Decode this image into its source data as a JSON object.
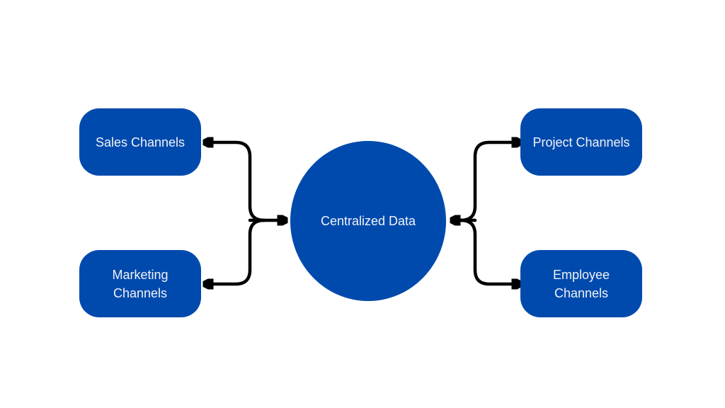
{
  "diagram": {
    "colors": {
      "background": "#ffffff",
      "node_fill": "#004aad",
      "node_text": "#f1f3f6",
      "arrow": "#000000"
    },
    "center_node": {
      "id": "centralized-data",
      "label": "Centralized Data"
    },
    "nodes": [
      {
        "id": "sales-channels",
        "label": "Sales Channels",
        "lines": [
          "Sales Channels"
        ]
      },
      {
        "id": "marketing-channels",
        "label": "Marketing Channels",
        "lines": [
          "Marketing",
          "Channels"
        ]
      },
      {
        "id": "project-channels",
        "label": "Project Channels",
        "lines": [
          "Project Channels"
        ]
      },
      {
        "id": "employee-channels",
        "label": "Employee Channels",
        "lines": [
          "Employee",
          "Channels"
        ]
      }
    ],
    "edges": [
      {
        "a": "centralized-data",
        "b": "sales-channels",
        "arrows": "both"
      },
      {
        "a": "centralized-data",
        "b": "marketing-channels",
        "arrows": "both"
      },
      {
        "a": "centralized-data",
        "b": "project-channels",
        "arrows": "both"
      },
      {
        "a": "centralized-data",
        "b": "employee-channels",
        "arrows": "both"
      }
    ]
  }
}
